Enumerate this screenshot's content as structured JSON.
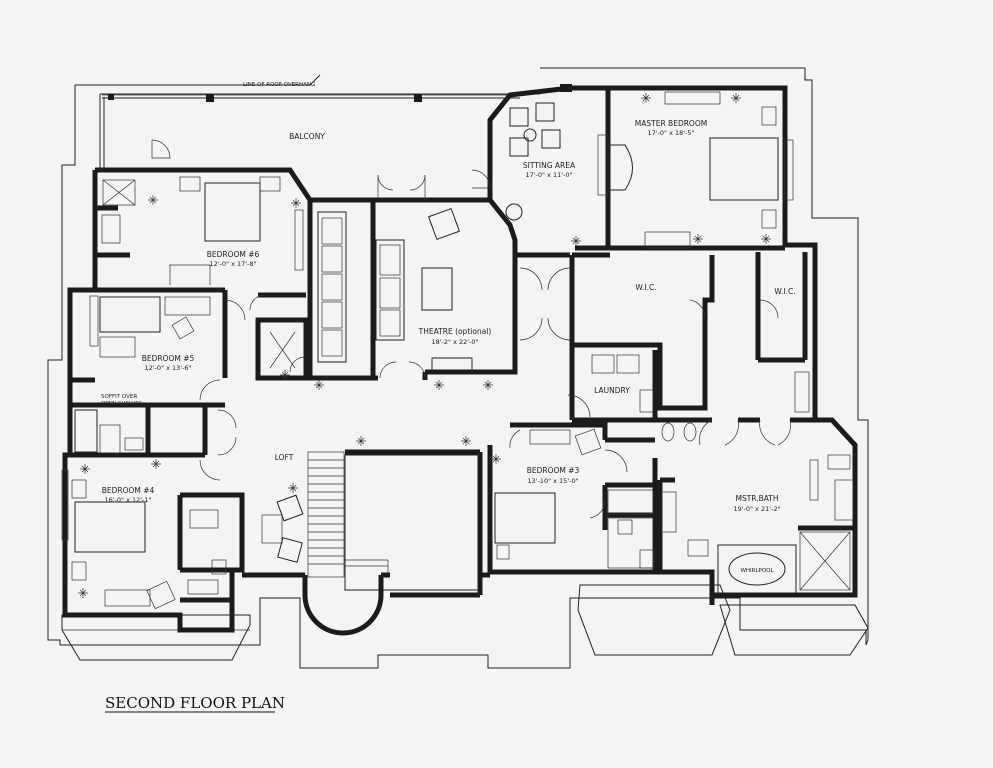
{
  "plan": {
    "title": "SECOND FLOOR PLAN",
    "roof_note": "LINE OF ROOF OVERHANG",
    "soffit_note_1": "SOFFIT OVER",
    "soffit_note_2": "OPEN SHELVES",
    "whirlpool": "WHIRLPOOL",
    "rooms": {
      "balcony": {
        "name": "BALCONY"
      },
      "sitting": {
        "name": "SITTING AREA",
        "dims": "17'-0\" x 11'-0\""
      },
      "master": {
        "name": "MASTER BEDROOM",
        "dims": "17'-0\" x 18'-5\""
      },
      "bed6": {
        "name": "BEDROOM #6",
        "dims": "12'-0\" x 17'-8\""
      },
      "theatre": {
        "name": "THEATRE (optional)",
        "dims": "18'-2\" x 22'-0\""
      },
      "wic1": {
        "name": "W.I.C."
      },
      "wic2": {
        "name": "W.I.C."
      },
      "bed5": {
        "name": "BEDROOM #5",
        "dims": "12'-0\" x 13'-6\""
      },
      "laundry": {
        "name": "LAUNDRY"
      },
      "loft": {
        "name": "LOFT"
      },
      "bed3": {
        "name": "BEDROOM #3",
        "dims": "13'-10\" x 15'-0\""
      },
      "bed4": {
        "name": "BEDROOM #4",
        "dims": "16'-0\" x 12'-1\""
      },
      "mbath": {
        "name": "MSTR.BATH",
        "dims": "19'-0\" x 21'-2\""
      }
    }
  }
}
